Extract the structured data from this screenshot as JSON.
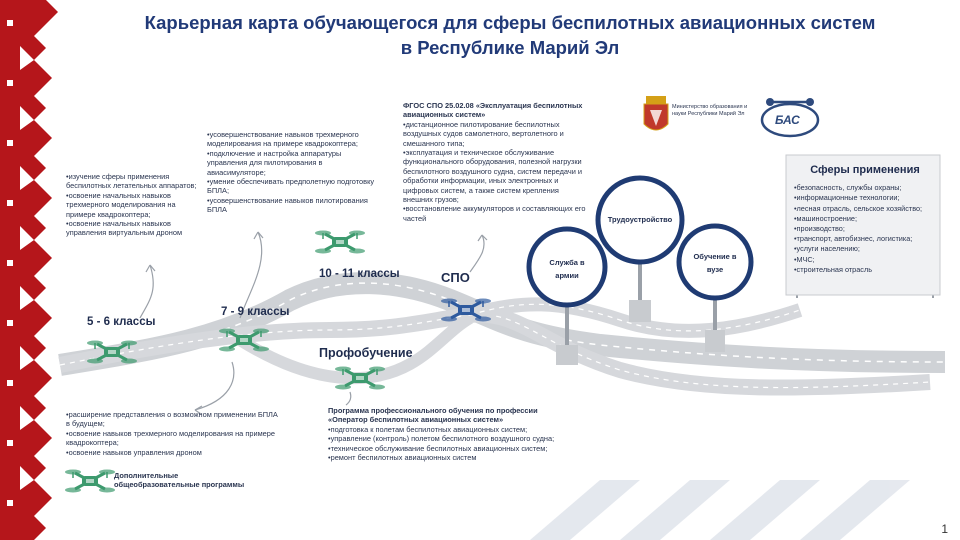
{
  "title_line1": "Карьерная карта обучающегося для сферы беспилотных авиационных систем",
  "title_line2": "в Республике Марий Эл",
  "stages": {
    "grade_5_6": "5 - 6 классы",
    "grade_7_9": "7 - 9 классы",
    "grade_10_11": "10 - 11 классы",
    "spo": "СПО",
    "prof": "Профобучение"
  },
  "left_top_list": [
    "•изучение сферы применения беспилотных летательных аппаратов;",
    "•освоение начальных навыков трехмерного моделирования на примере квадрокоптера;",
    "•освоение начальных навыков управления виртуальным дроном"
  ],
  "mid_top_list": [
    "•усовершенствование навыков трехмерного моделирования на примере квадрокоптера;",
    "•подключение и настройка аппаратуры управления для пилотирования в авиасимуляторе;",
    "•умение обеспечивать предполетную подготовку БПЛА;",
    "•усовершенствование навыков пилотирования БПЛА"
  ],
  "fgos": {
    "title": "ФГОС СПО 25.02.08 «Эксплуатация беспилотных авиационных систем»",
    "items": [
      "•дистанционное пилотирование беспилотных воздушных судов самолетного, вертолетного и смешанного типа;",
      "•эксплуатация и техническое обслуживание функционального оборудования, полезной нагрузки беспилотного воздушного судна, систем передачи и обработки информации, иных электронных и цифровых систем, а также систем крепления внешних грузов;",
      "•восстановление аккумуляторов и составляющих его частей"
    ]
  },
  "ministry_text": "Министерство образования и науки Республики Марий Эл",
  "bas_logo": "БАС",
  "circles": {
    "army": "Служба в армии",
    "employment": "Трудоустройство",
    "university": "Обучение в вузе"
  },
  "spheres": {
    "title": "Сферы применения",
    "items": [
      "•безопасность, службы охраны;",
      "•информационные технологии;",
      "•лесная отрасль, сельское хозяйство;",
      "•машиностроение;",
      "•производство;",
      "•транспорт, автобизнес, логистика;",
      "•услуги населению;",
      "•МЧС;",
      "•строительная отрасль"
    ]
  },
  "bottom_left_list": [
    "•расширение представления о возможном применении БПЛА в будущем;",
    "•освоение навыков трехмерного моделирования на примере квадрокоптера;",
    "•освоение навыков управления дроном"
  ],
  "legend_label": "Дополнительные общеобразовательные программы",
  "prof_program": {
    "title": "Программа профессионального обучения по профессии «Оператор беспилотных авиационных систем»",
    "items": [
      "•подготовка к полетам беспилотных авиационных систем;",
      "•управление (контроль) полетом беспилотного воздушного судна;",
      "•техническое обслуживание беспилотных авиационных систем;",
      "•ремонт беспилотных авиационных систем"
    ]
  },
  "page_number": "1",
  "colors": {
    "ornament": "#b5161b",
    "title": "#213a78",
    "drone_green": "#3d9a6e",
    "drone_blue": "#2e5a9e",
    "road": "#cfd2d6"
  },
  "icons": [
    "drone-icon",
    "coat-of-arms-icon",
    "bas-logo-icon",
    "arrow-icon"
  ]
}
